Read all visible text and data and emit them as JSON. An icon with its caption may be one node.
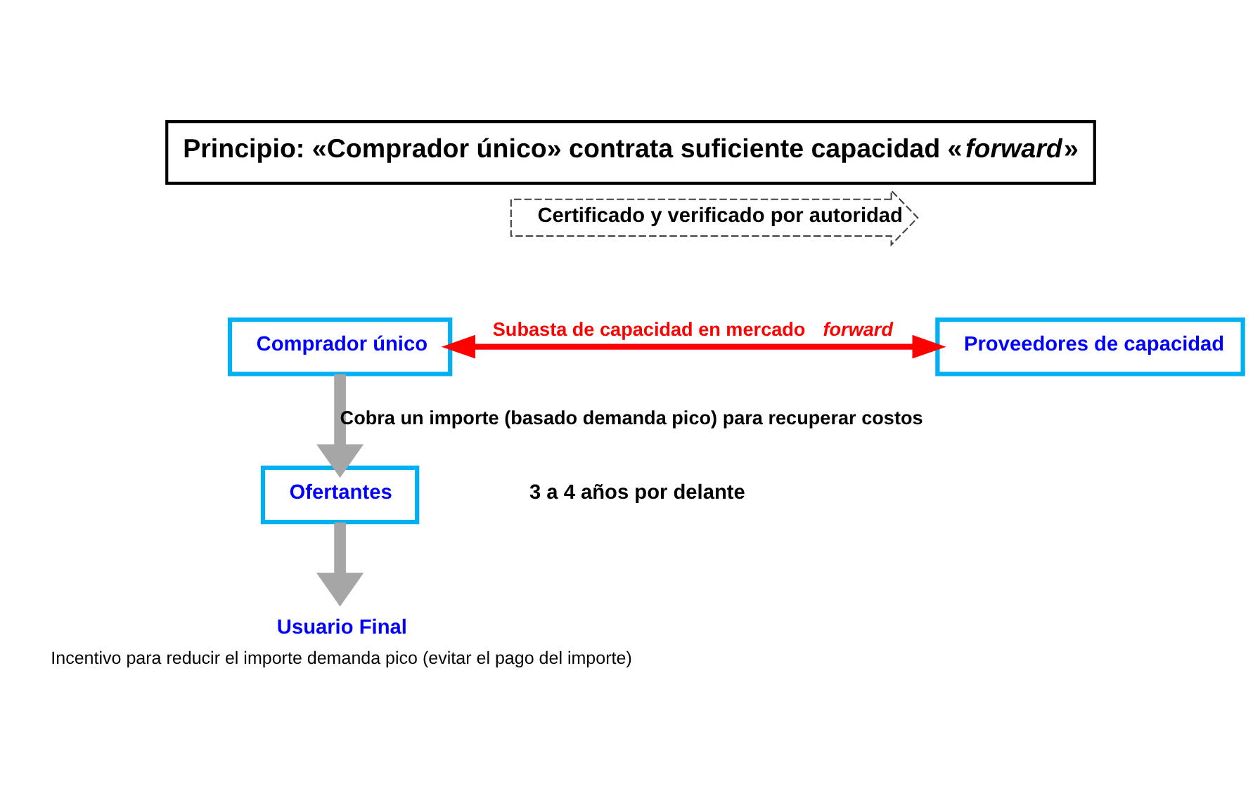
{
  "diagram": {
    "title": "Principio: «Comprador único» contrata suficiente capacidad «*forward*»",
    "nodes": [
      {
        "text": [
          "Comprador único"
        ]
      },
      {
        "text": [
          "Proveedores de capacidad"
        ]
      },
      {
        "text": [
          "Ofertantes"
        ]
      },
      {
        "text": [
          "Usuario Final"
        ],
        "beside": [
          "Incentivo para reducir el importe demanda pico (evitar el pago del importe)"
        ]
      },
      {
        "text": [
          "Certificado y verificado por autoridad"
        ]
      }
    ],
    "edges": [
      {
        "from": 0,
        "to": 1,
        "arrow": "both",
        "label": "Subasta de capacidad en mercado *forward*",
        "color": "#ff0000"
      },
      {
        "from": 0,
        "to": 2,
        "arrow": "to",
        "label": "Cobra un importe (basado demanda pico) para recuperar costos"
      },
      {
        "from": 2,
        "to": 3,
        "arrow": "to"
      }
    ],
    "labels": [
      "3 a 4 años por delante"
    ]
  }
}
